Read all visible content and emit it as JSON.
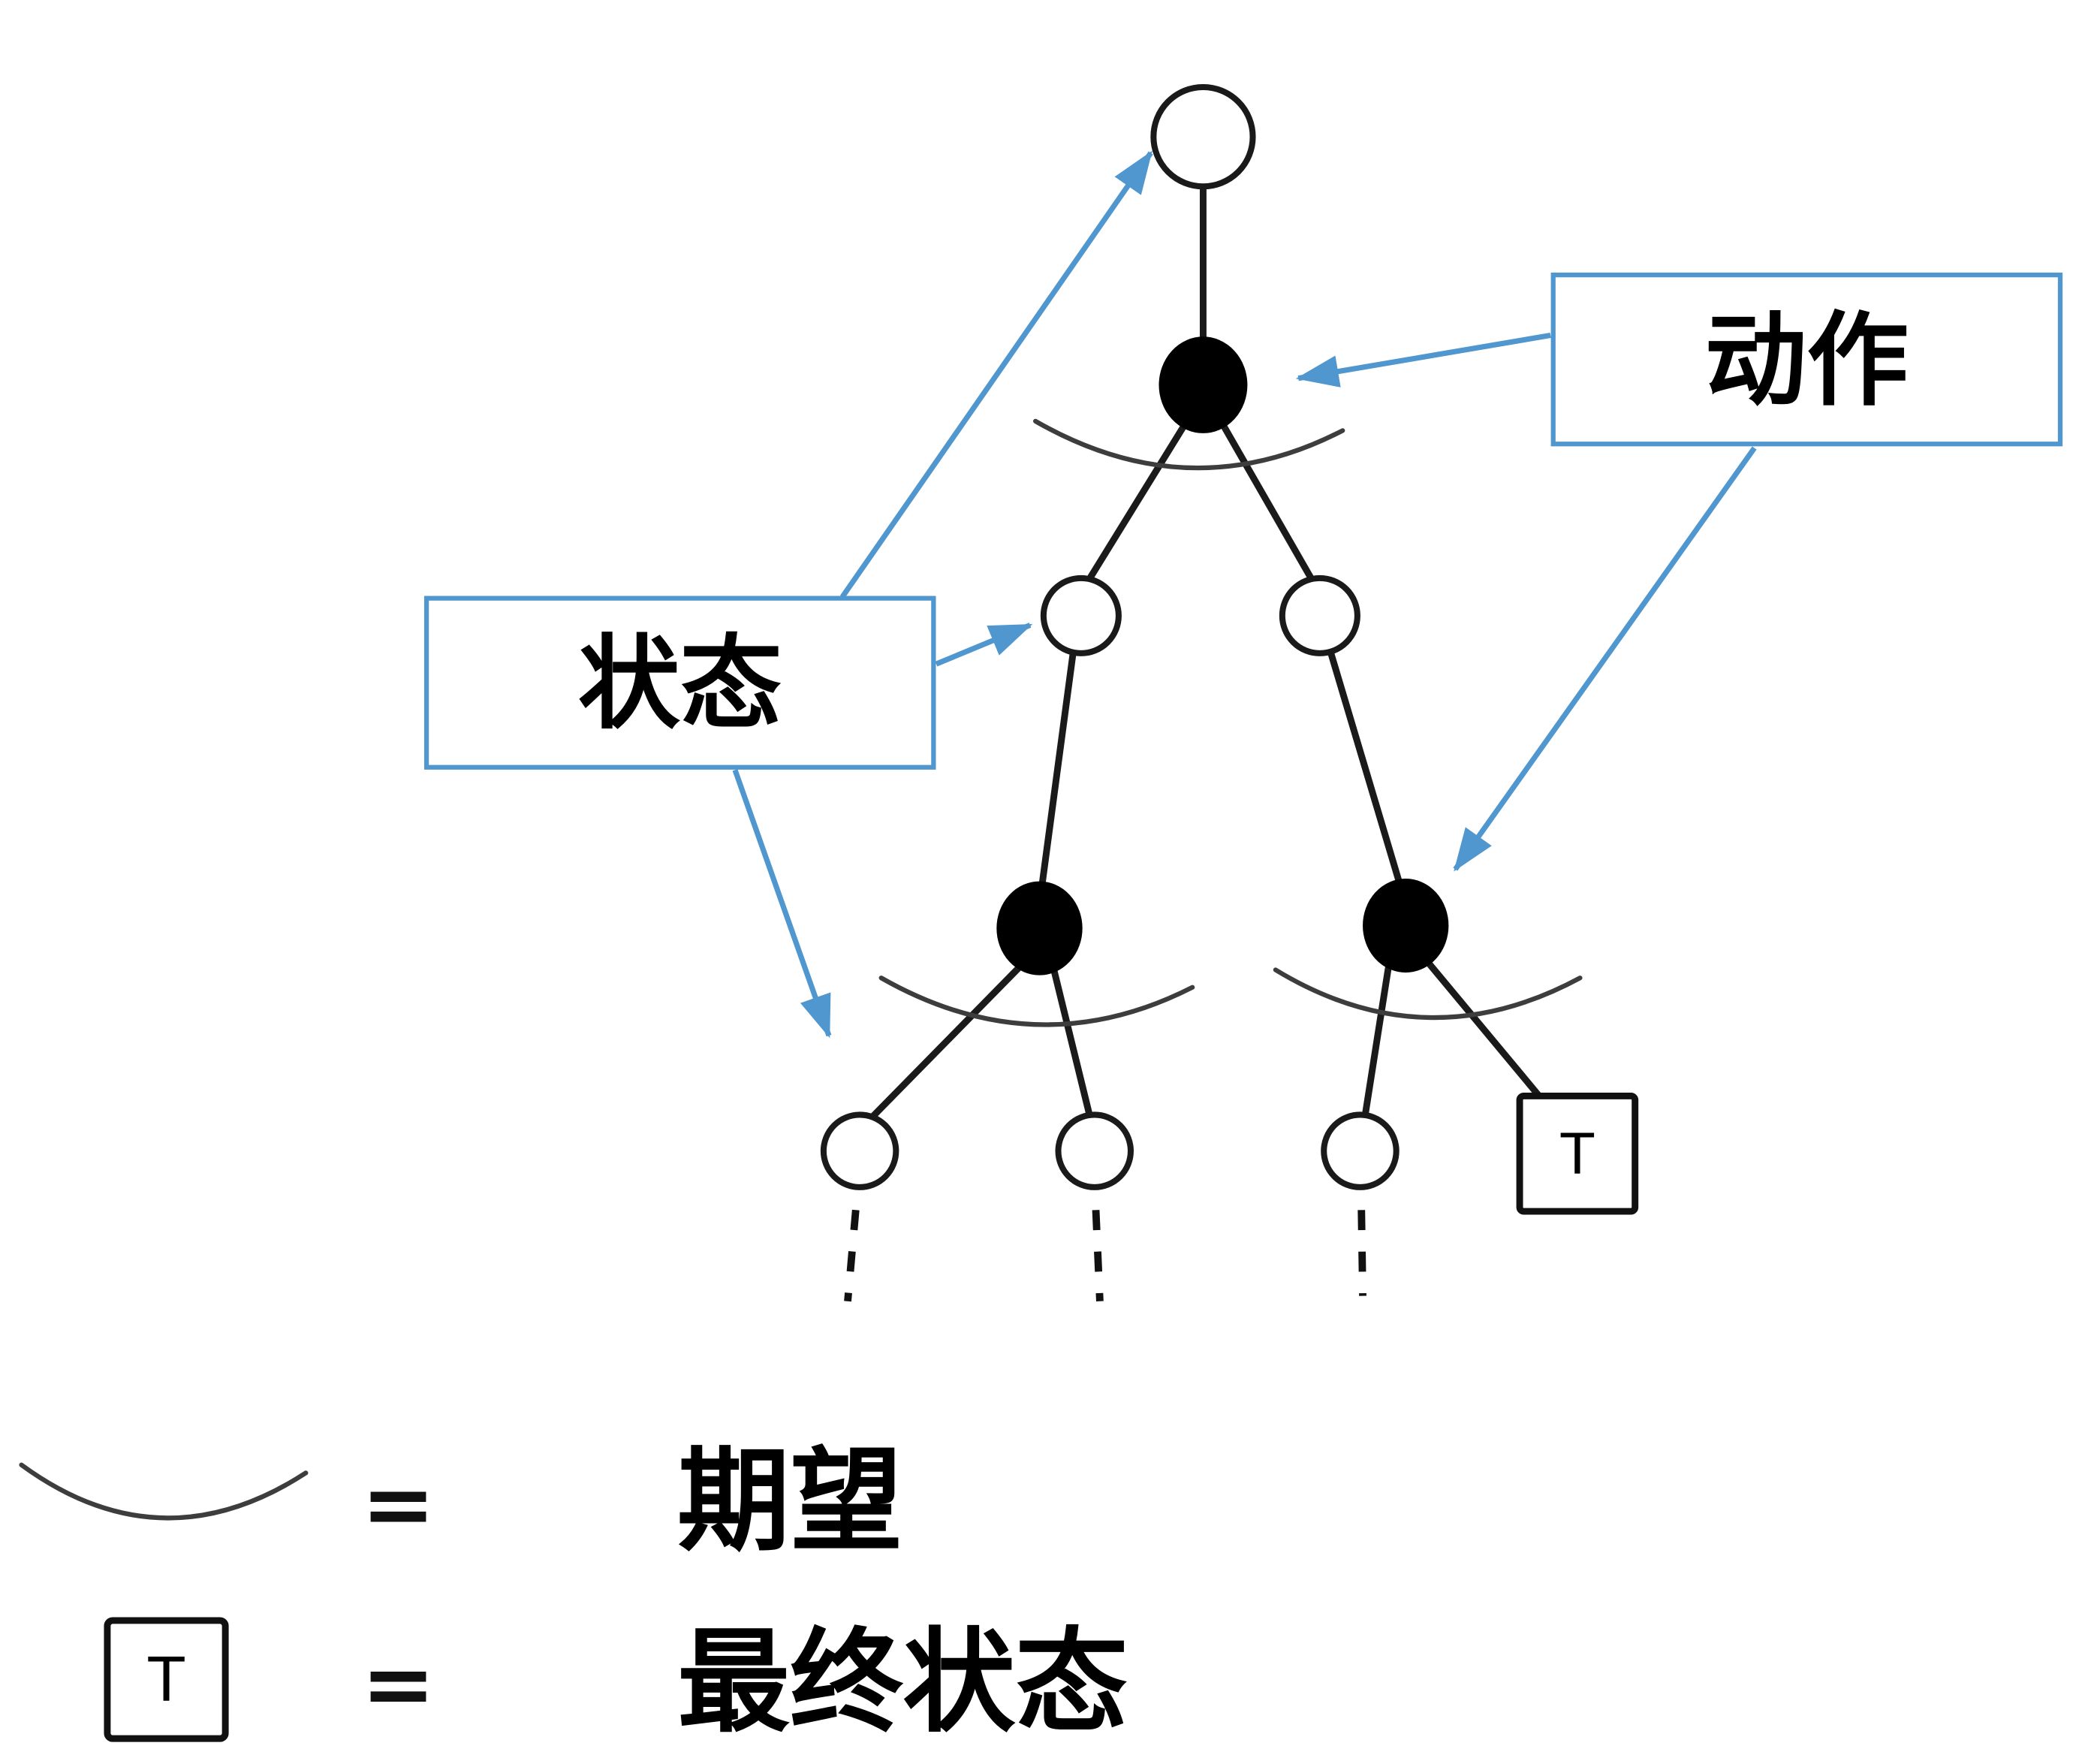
{
  "colors": {
    "arrow_blue": "#4f97ce",
    "node_black": "#000000",
    "stroke_black": "#1a1a1a",
    "background": "#ffffff"
  },
  "labels": {
    "action": "动作",
    "state": "状态",
    "terminal_t": "T",
    "equals": "=",
    "expectation": "期望",
    "terminal_state": "最终状态"
  },
  "legend": {
    "rows": [
      {
        "symbol": "expectation-arc",
        "equals": "=",
        "meaning": "期望"
      },
      {
        "symbol": "terminal-square-T",
        "equals": "=",
        "meaning": "最终状态"
      }
    ]
  },
  "diagram": {
    "type": "tree",
    "description": "Search/backup tree: white circles are states, black filled circles are actions, arcs under action nodes denote expectation, square T node is a terminal state, dashed lines indicate continuation.",
    "levels": [
      {
        "depth": 0,
        "nodes": [
          "state"
        ]
      },
      {
        "depth": 1,
        "nodes": [
          "action"
        ]
      },
      {
        "depth": 2,
        "nodes": [
          "state",
          "state"
        ]
      },
      {
        "depth": 3,
        "nodes": [
          "action",
          "action"
        ]
      },
      {
        "depth": 4,
        "nodes": [
          "state",
          "state",
          "state",
          "terminal"
        ]
      }
    ],
    "annotations": [
      {
        "label": "动作",
        "points_to": [
          "top action node",
          "right lower action node"
        ]
      },
      {
        "label": "状态",
        "points_to": [
          "root state node",
          "left middle state node",
          "bottom-left state area"
        ]
      }
    ],
    "continuation_dashes": 3
  }
}
